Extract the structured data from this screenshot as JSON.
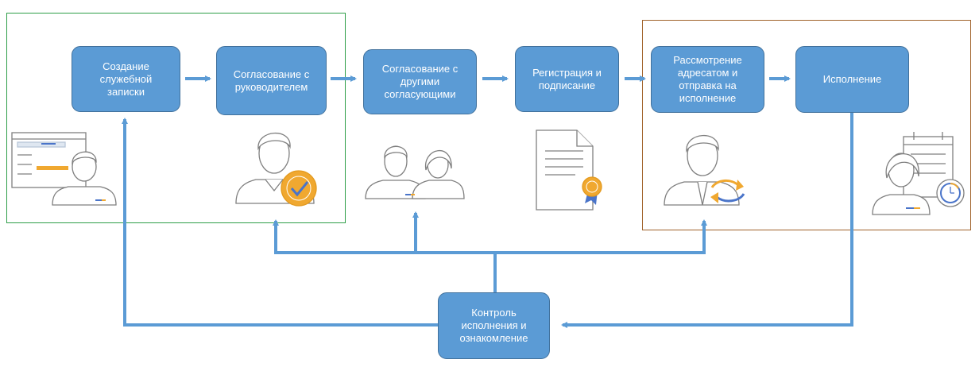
{
  "colors": {
    "step_fill": "#5b9bd5",
    "step_border": "#41719c",
    "arrow": "#5b9bd5",
    "frame_initiation": "#2e9e48",
    "frame_execution": "#a0622a",
    "badge_orange": "#f0a830",
    "icon_line": "#7f7f7f"
  },
  "steps": {
    "create_memo": "Создание\nслужебной\nзаписки",
    "manager_approval": "Согласование с\nруководителем",
    "other_approvals": "Согласование с\nдругими\nсогласующими",
    "registration": "Регистрация и\nподписание",
    "review_dispatch": "Рассмотрение\nадресатом и\nотправка на\nисполнение",
    "execution": "Исполнение",
    "control": "Контроль\nисполнения и\nознакомление"
  },
  "icons": [
    "author-with-form-icon",
    "manager-approved-icon",
    "approvers-group-icon",
    "signed-document-icon",
    "addressee-forward-icon",
    "executor-deadline-icon"
  ]
}
